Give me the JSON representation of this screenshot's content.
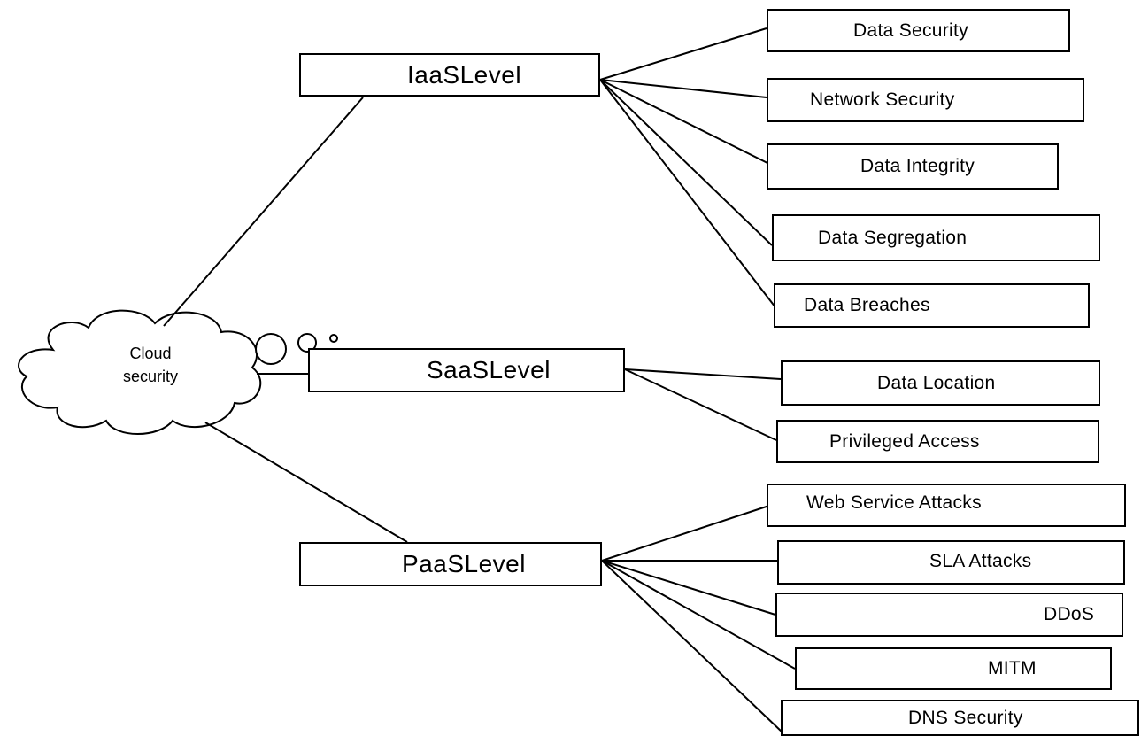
{
  "cloud": {
    "line1": "Cloud",
    "line2": "security"
  },
  "levels": {
    "iaas": "IaaSLevel",
    "saas": "SaaSLevel",
    "paas": "PaaSLevel"
  },
  "iaas_items": [
    "Data Security",
    "Network Security",
    "Data Integrity",
    "Data Segregation",
    "Data Breaches"
  ],
  "saas_items": [
    "Data Location",
    "Privileged Access"
  ],
  "paas_items": [
    "Web Service Attacks",
    "SLA Attacks",
    "DDoS",
    "MITM",
    "DNS Security"
  ]
}
